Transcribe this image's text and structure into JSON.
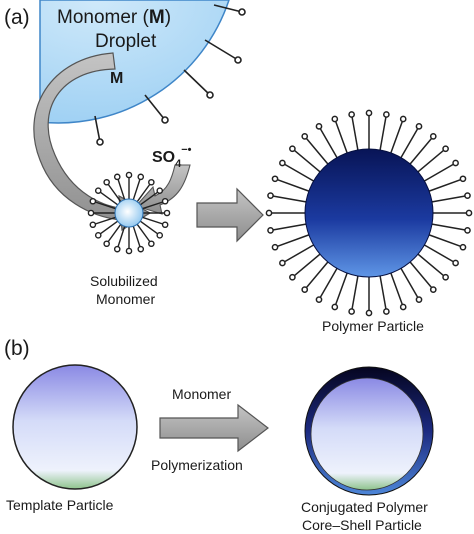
{
  "panel_a": {
    "label": "(a)",
    "droplet_line1_prefix": "Monomer (",
    "droplet_line1_bold": "M",
    "droplet_line1_suffix": ")",
    "droplet_line2": "Droplet",
    "monomer_arrow_label": "M",
    "radical_base": "SO",
    "radical_subscript": "4",
    "radical_superscript": "−•",
    "micelle_label_line1": "Solubilized",
    "micelle_label_line2": "Monomer",
    "particle_label": "Polymer Particle"
  },
  "panel_b": {
    "label": "(b)",
    "template_label": "Template Particle",
    "arrow_label_top": "Monomer",
    "arrow_label_bottom": "Polymerization",
    "product_label_line1": "Conjugated Polymer",
    "product_label_line2": "Core–Shell Particle"
  },
  "colors": {
    "droplet_fill": "#a9d8f5",
    "droplet_edge": "#4a90d0",
    "arrow_gray": "#a9a9a9",
    "polymer_dark": "#0a1a6e",
    "polymer_light": "#4a7fd8",
    "template_top": "#8f8ee6",
    "template_mid": "#dde4fb",
    "template_bottom": "#8fc48f",
    "shell_dark": "#0b0b38"
  }
}
